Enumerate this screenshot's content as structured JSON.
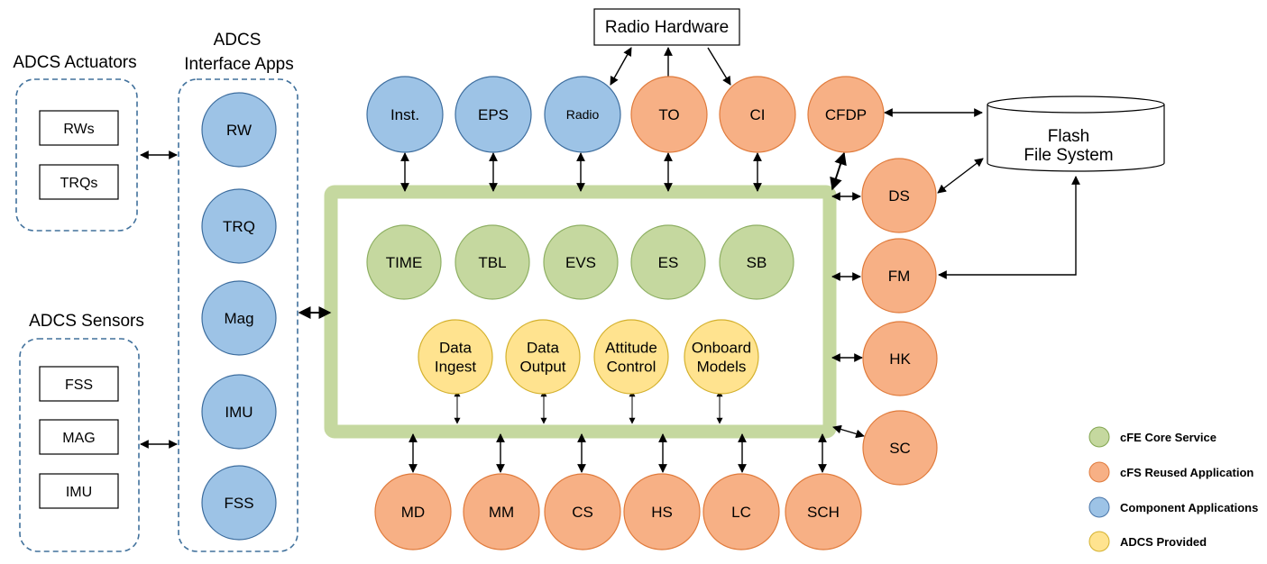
{
  "groups": {
    "actuators": {
      "title": "ADCS Actuators",
      "items": [
        "RWs",
        "TRQs"
      ]
    },
    "sensors": {
      "title": "ADCS Sensors",
      "items": [
        "FSS",
        "MAG",
        "IMU"
      ]
    },
    "interface_apps": {
      "title_line1": "ADCS",
      "title_line2": "Interface Apps",
      "items": [
        "RW",
        "TRQ",
        "Mag",
        "IMU",
        "FSS"
      ]
    }
  },
  "top_apps": [
    "Inst.",
    "EPS",
    "Radio",
    "TO",
    "CI",
    "CFDP"
  ],
  "core_services": [
    "TIME",
    "TBL",
    "EVS",
    "ES",
    "SB"
  ],
  "adcs_apps": [
    {
      "line1": "Data",
      "line2": "Ingest"
    },
    {
      "line1": "Data",
      "line2": "Output"
    },
    {
      "line1": "Attitude",
      "line2": "Control"
    },
    {
      "line1": "Onboard",
      "line2": "Models"
    }
  ],
  "bottom_apps": [
    "MD",
    "MM",
    "CS",
    "HS",
    "LC",
    "SCH"
  ],
  "right_apps": [
    "DS",
    "FM",
    "HK",
    "SC"
  ],
  "radio_hardware": "Radio Hardware",
  "flash_fs": {
    "line1": "Flash",
    "line2": "File System"
  },
  "legend": [
    {
      "label": "cFE Core Service",
      "fill": "#c5d89f",
      "stroke": "#82a550"
    },
    {
      "label": "cFS Reused Application",
      "fill": "#f7b085",
      "stroke": "#e07b3c"
    },
    {
      "label": "Component Applications",
      "fill": "#9dc3e6",
      "stroke": "#4a76a8"
    },
    {
      "label": "ADCS Provided",
      "fill": "#ffe38f",
      "stroke": "#d4b12e"
    }
  ],
  "colors": {
    "core": "#c5d89f",
    "core_stroke": "#8fb064",
    "reused": "#f7b085",
    "reused_stroke": "#e07b3c",
    "component": "#9dc3e6",
    "component_stroke": "#3d6d9e",
    "adcs": "#ffe38f",
    "adcs_stroke": "#d4b12e",
    "bus": "#c5d89f",
    "group_border": "#41719c"
  }
}
